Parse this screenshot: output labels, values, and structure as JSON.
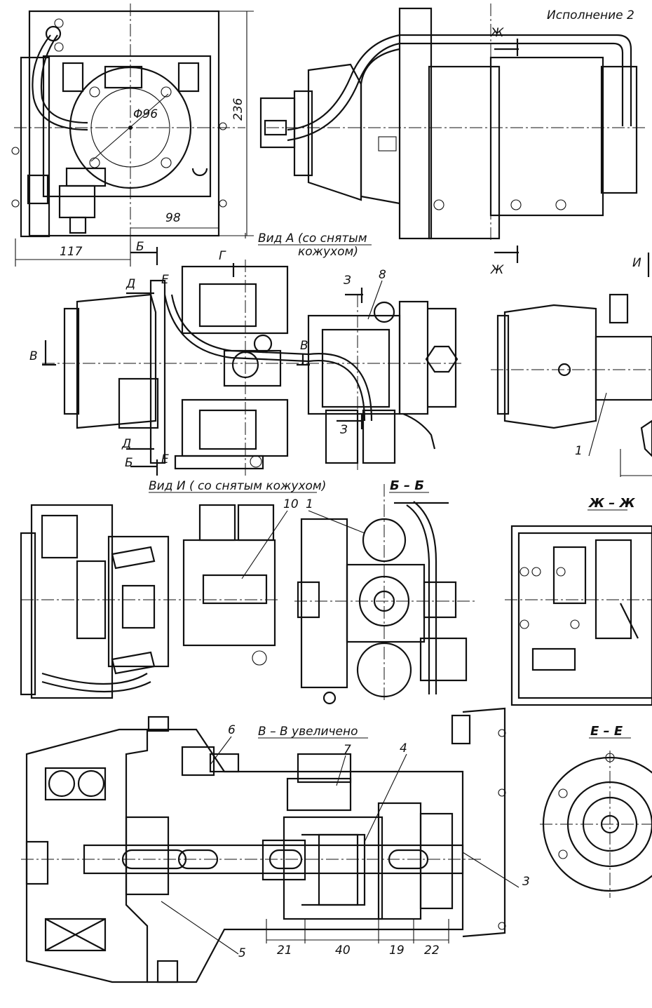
{
  "labels": {
    "variant": "Исполнение 2",
    "dim_diameter": "Φ96",
    "dim_236": "236",
    "dim_98": "98",
    "dim_117": "117",
    "view_a_line1": "Вид А (со снятым",
    "view_a_line2": "кожухом)",
    "view_i": "Вид И ( со снятым кожухом)",
    "sec_bb": "Б – Б",
    "sec_zhzh": "Ж – Ж",
    "sec_vv": "В – В увеличено",
    "sec_ee": "Е – Е",
    "mark_b_top": "Б",
    "mark_b_bottom": "Б",
    "mark_d_top": "Д",
    "mark_d_bottom": "Д",
    "mark_e_top": "Е",
    "mark_e_bottom": "Е",
    "mark_g": "Г",
    "mark_v_left": "В",
    "mark_v_mid": "В",
    "mark_z_top": "З",
    "mark_z_bottom": "З",
    "mark_zh_top": "Ж",
    "mark_zh_bottom": "Ж",
    "mark_i": "И",
    "pos_1a": "1",
    "pos_1b": "1",
    "pos_3": "3",
    "pos_4": "4",
    "pos_5": "5",
    "pos_6": "6",
    "pos_7": "7",
    "pos_8": "8",
    "pos_10": "10",
    "dim_21": "21",
    "dim_40": "40",
    "dim_19": "19",
    "dim_22": "22"
  }
}
